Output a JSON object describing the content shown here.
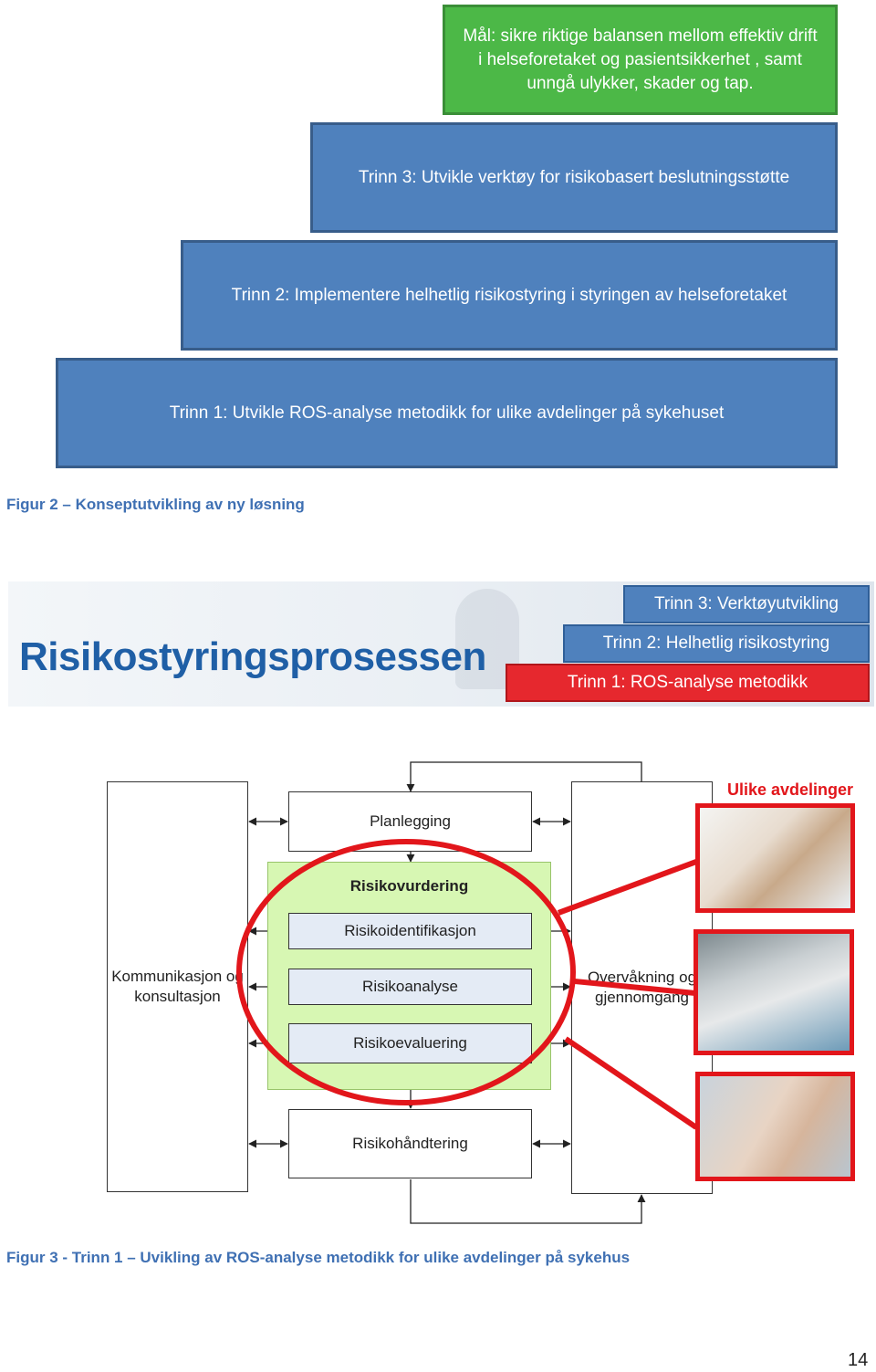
{
  "figure2": {
    "goal": "Mål: sikre riktige balansen mellom effektiv drift i helseforetaket og pasientsikkerhet , samt unngå ulykker, skader og tap.",
    "steps": [
      "Trinn 3: Utvikle verktøy for risikobasert beslutningsstøtte",
      "Trinn 2: Implementere helhetlig risikostyring i styringen av helseforetaket",
      "Trinn 1: Utvikle ROS-analyse metodikk for ulike avdelinger på sykehuset"
    ],
    "caption": "Figur 2 – Konseptutvikling av ny løsning"
  },
  "banner": {
    "title": "Risikostyringsprosessen",
    "steps": [
      "Trinn 3: Verktøyutvikling",
      "Trinn 2: Helhetlig risikostyring",
      "Trinn 1: ROS-analyse metodikk"
    ]
  },
  "diagram": {
    "left": "Kommunikasjon og konsultasjon",
    "right": "Overvåkning og gjennomgang",
    "planning": "Planlegging",
    "assessment": "Risikovurdering",
    "identification": "Risikoidentifikasjon",
    "analysis": "Risikoanalyse",
    "evaluation": "Risikoevaluering",
    "treatment": "Risikohåndtering",
    "departments": "Ulike avdelinger"
  },
  "figure3_caption": "Figur 3 - Trinn 1 – Uvikling av ROS-analyse metodikk for ulike avdelinger på sykehus",
  "page_number": "14",
  "colors": {
    "green": "#4cb847",
    "blue": "#4f81bd",
    "red": "#e2161b",
    "caption": "#3f70b3"
  }
}
